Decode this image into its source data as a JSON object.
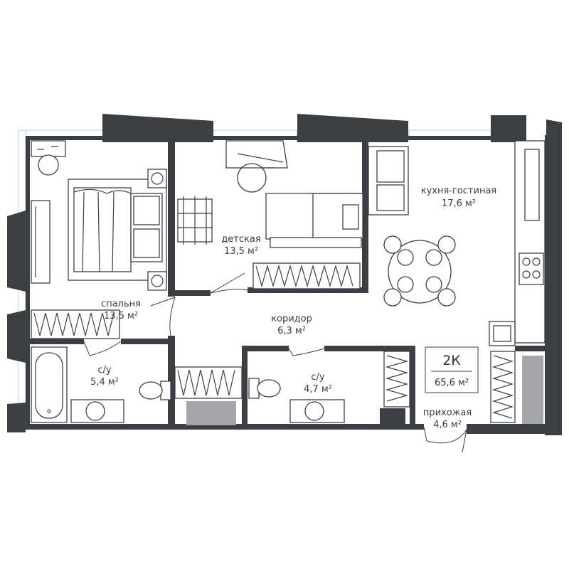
{
  "apartment": {
    "type": "2К",
    "area": "65,6 м²"
  },
  "rooms": [
    {
      "id": "kitchen-living",
      "name": "кухня-гостиная",
      "area": "17,6 м²"
    },
    {
      "id": "kids",
      "name": "детская",
      "area": "13,5 м²"
    },
    {
      "id": "bedroom",
      "name": "спальня",
      "area": "13,5 м²"
    },
    {
      "id": "corridor",
      "name": "коридор",
      "area": "6,3 м²"
    },
    {
      "id": "bath-1",
      "name": "с/у",
      "area": "5,4 м²"
    },
    {
      "id": "bath-2",
      "name": "с/у",
      "area": "4,7 м²"
    },
    {
      "id": "hall",
      "name": "прихожая",
      "area": "4,6 м²"
    }
  ],
  "colors": {
    "wall": "#3b3f44",
    "glass": "#bcdde2",
    "shaft": "#a4a6aa",
    "background": "#ffffff"
  },
  "icons": [
    "bed-icon",
    "desk-icon",
    "chair-icon",
    "sofa-icon",
    "dining-table-icon",
    "bathtub-icon",
    "toilet-icon",
    "sink-icon",
    "stove-icon",
    "wardrobe-icon"
  ]
}
